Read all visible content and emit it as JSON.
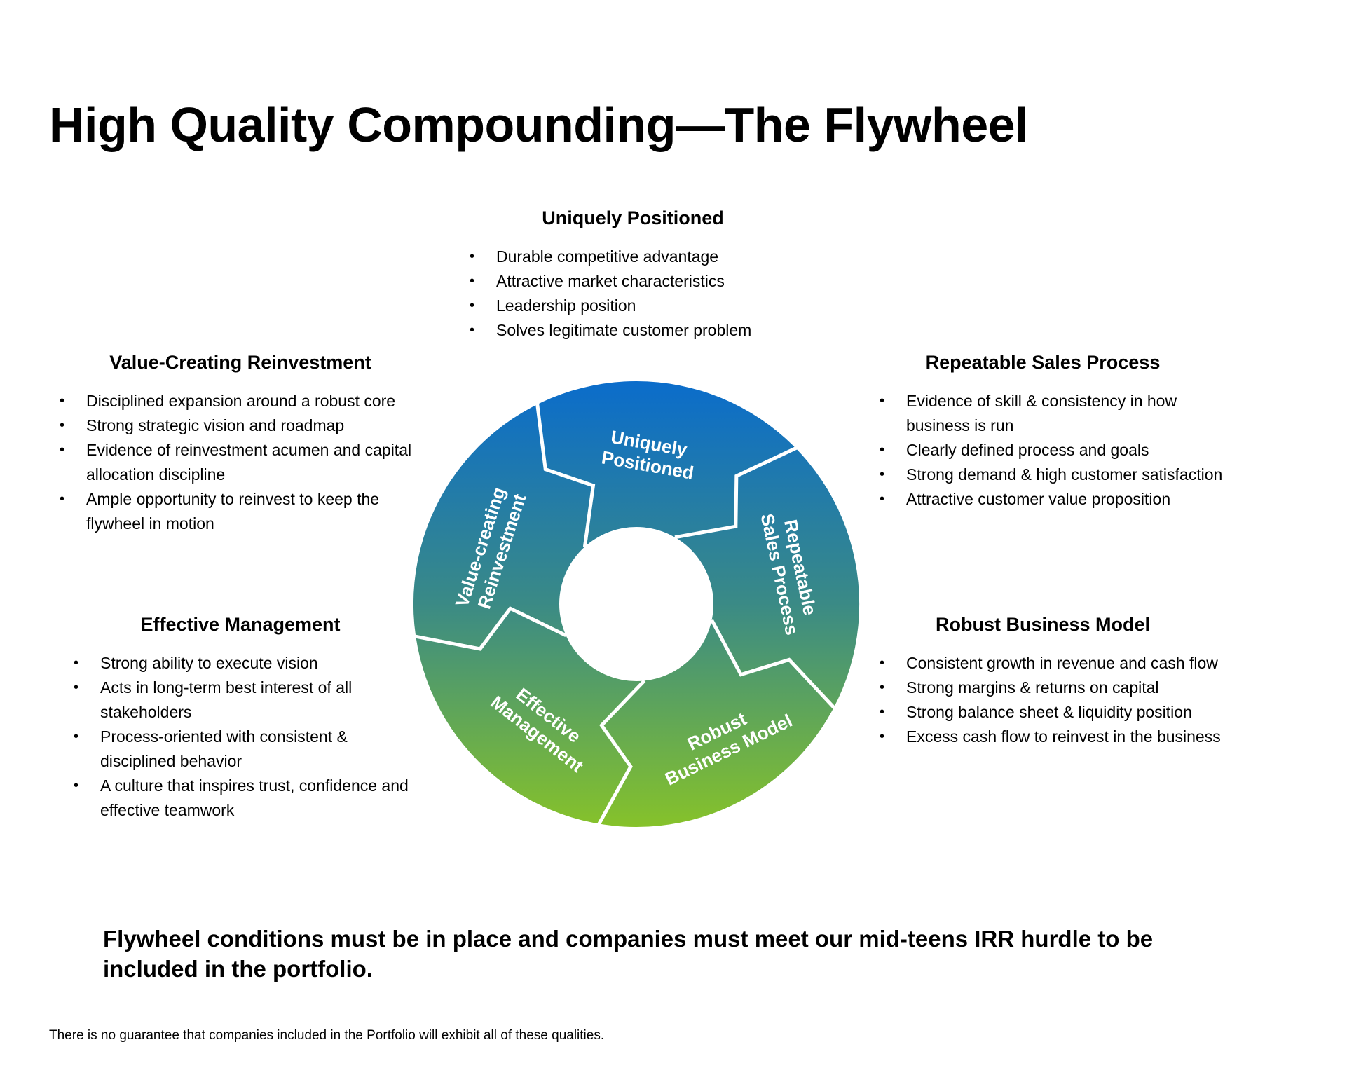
{
  "title": "High Quality Compounding—The Flywheel",
  "sections": {
    "uniquely_positioned": {
      "heading": "Uniquely Positioned",
      "bullets": [
        "Durable competitive advantage",
        "Attractive market characteristics",
        "Leadership position",
        "Solves legitimate customer problem"
      ]
    },
    "value_creating_reinvestment": {
      "heading": "Value-Creating Reinvestment",
      "bullets": [
        "Disciplined expansion around a robust core",
        "Strong strategic vision and roadmap",
        "Evidence of reinvestment acumen and capital allocation discipline",
        "Ample opportunity to reinvest to keep the flywheel in motion"
      ]
    },
    "repeatable_sales_process": {
      "heading": "Repeatable Sales Process",
      "bullets": [
        "Evidence of skill & consistency in how business is run",
        "Clearly defined process and goals",
        "Strong demand & high customer satisfaction",
        "Attractive customer value proposition"
      ]
    },
    "effective_management": {
      "heading": "Effective Management",
      "bullets": [
        "Strong ability to execute vision",
        "Acts in long-term best interest of all stakeholders",
        "Process-oriented with consistent & disciplined behavior",
        "A culture that inspires trust, confidence and effective teamwork"
      ]
    },
    "robust_business_model": {
      "heading": "Robust Business Model",
      "bullets": [
        "Consistent growth in revenue and cash flow",
        "Strong margins & returns on capital",
        "Strong balance sheet & liquidity position",
        "Excess cash flow to reinvest in the business"
      ]
    }
  },
  "flywheel": {
    "segments": [
      {
        "id": "uniquely_positioned",
        "lines": [
          "Uniquely",
          "Positioned"
        ]
      },
      {
        "id": "repeatable_sales_process",
        "lines": [
          "Repeatable",
          "Sales Process"
        ]
      },
      {
        "id": "robust_business_model",
        "lines": [
          "Robust",
          "Business Model"
        ]
      },
      {
        "id": "effective_management",
        "lines": [
          "Effective",
          "Management"
        ]
      },
      {
        "id": "value_creating_reinvestment",
        "lines": [
          "Value-creating",
          "Reinvestment"
        ]
      }
    ],
    "colors": {
      "top": "#0a6ccc",
      "middle": "#3a8a86",
      "bottom": "#86c22a",
      "divider": "#ffffff"
    }
  },
  "conclusion": "Flywheel conditions must be in place and companies must meet our mid-teens IRR hurdle to be included in the portfolio.",
  "disclaimer": "There is no guarantee that companies included in the Portfolio will exhibit all of these qualities."
}
